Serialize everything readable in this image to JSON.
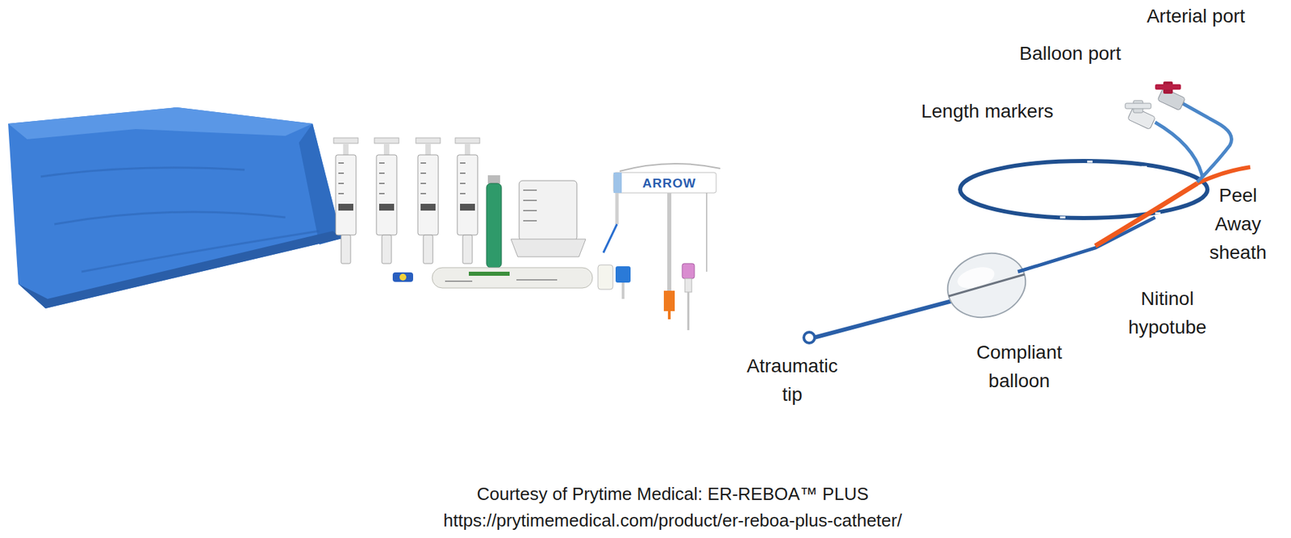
{
  "diagram": {
    "caption": "Courtesy of Prytime Medical: ER-REBOA™ PLUS https://prytimemedical.com/product/er-reboa-plus-catheter/",
    "labels": [
      "Arterial port",
      "Balloon port",
      "Length markers",
      "Peel Away sheath",
      "Nitinol hypotube",
      "Atraumatic tip",
      "Compliant balloon",
      "ARROW"
    ]
  }
}
